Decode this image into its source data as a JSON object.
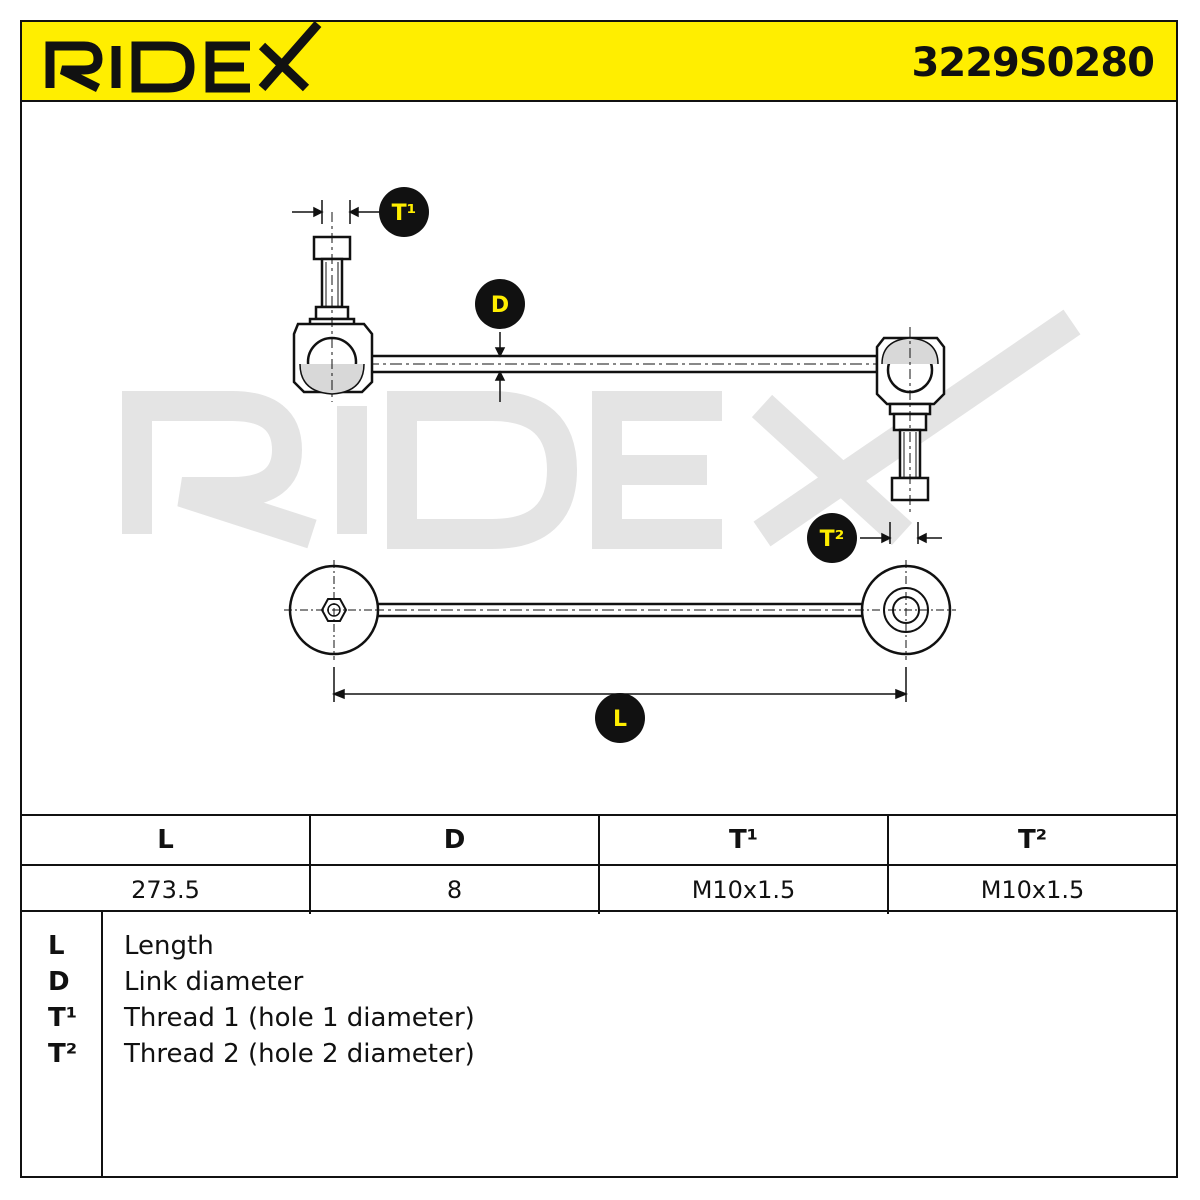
{
  "header": {
    "brand": "RIDEX",
    "part_number": "3229S0280",
    "background_color": "#ffee00"
  },
  "watermark": {
    "text": "RIDEX",
    "color": "#e4e4e4"
  },
  "diagram": {
    "labels": {
      "t1": "T¹",
      "t2": "T²",
      "d": "D",
      "l": "L"
    },
    "badge_color": "#111111",
    "badge_text_color": "#ffee00"
  },
  "specs": {
    "headers": [
      "L",
      "D",
      "T¹",
      "T²"
    ],
    "values": [
      "273.5",
      "8",
      "M10x1.5",
      "M10x1.5"
    ]
  },
  "legend": [
    {
      "key": "L",
      "desc": "Length"
    },
    {
      "key": "D",
      "desc": "Link diameter"
    },
    {
      "key": "T¹",
      "desc": "Thread 1 (hole 1 diameter)"
    },
    {
      "key": "T²",
      "desc": "Thread 2 (hole 2 diameter)"
    }
  ]
}
